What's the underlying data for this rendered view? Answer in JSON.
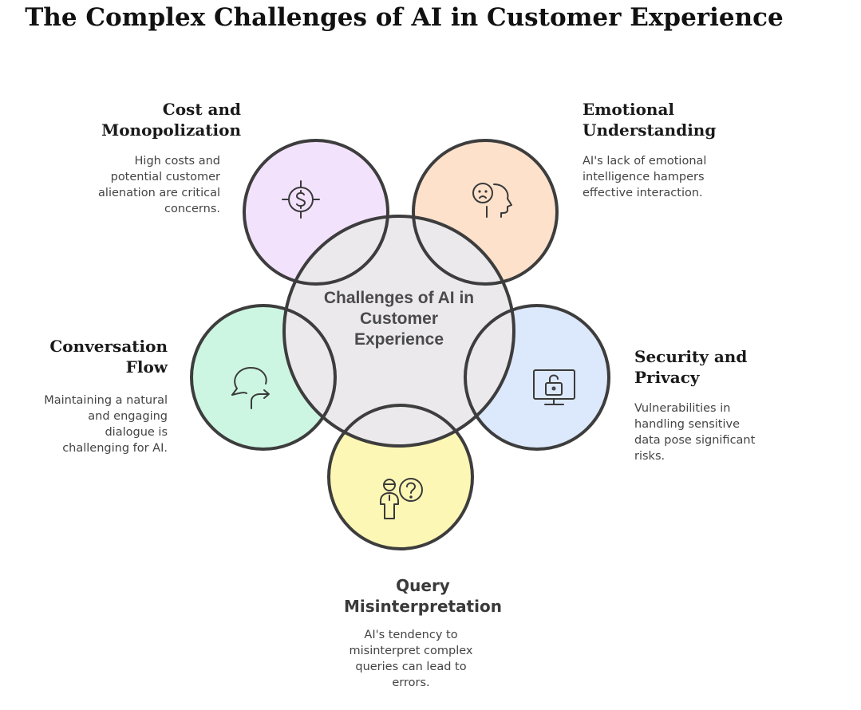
{
  "title": "The Complex Challenges of AI in Customer Experience",
  "center": {
    "label": "Challenges of AI in Customer Experience",
    "color": "#ebe9ec"
  },
  "stroke_color": "#3d3d3d",
  "items": [
    {
      "id": "cost",
      "title": "Cost and Monopolization",
      "description": "High costs and potential customer alienation are critical concerns.",
      "icon": "dollar-target-icon",
      "color": "#f3e2fb"
    },
    {
      "id": "emotional",
      "title": "Emotional Understanding",
      "description": "AI's lack of emotional intelligence hampers effective interaction.",
      "icon": "sad-face-head-icon",
      "color": "#fde1cb"
    },
    {
      "id": "conversation",
      "title": "Conversation Flow",
      "description": "Maintaining a natural and engaging dialogue is challenging for AI.",
      "icon": "chat-bubble-arrow-icon",
      "color": "#cdf6e2"
    },
    {
      "id": "security",
      "title": "Security and Privacy",
      "description": "Vulnerabilities in handling sensitive data pose significant risks.",
      "icon": "unlocked-monitor-icon",
      "color": "#dce8fb"
    },
    {
      "id": "query",
      "title": "Query Misinterpretation",
      "description": "AI's tendency to misinterpret complex queries can lead to errors.",
      "icon": "person-question-icon",
      "color": "#fdf7b5"
    }
  ]
}
